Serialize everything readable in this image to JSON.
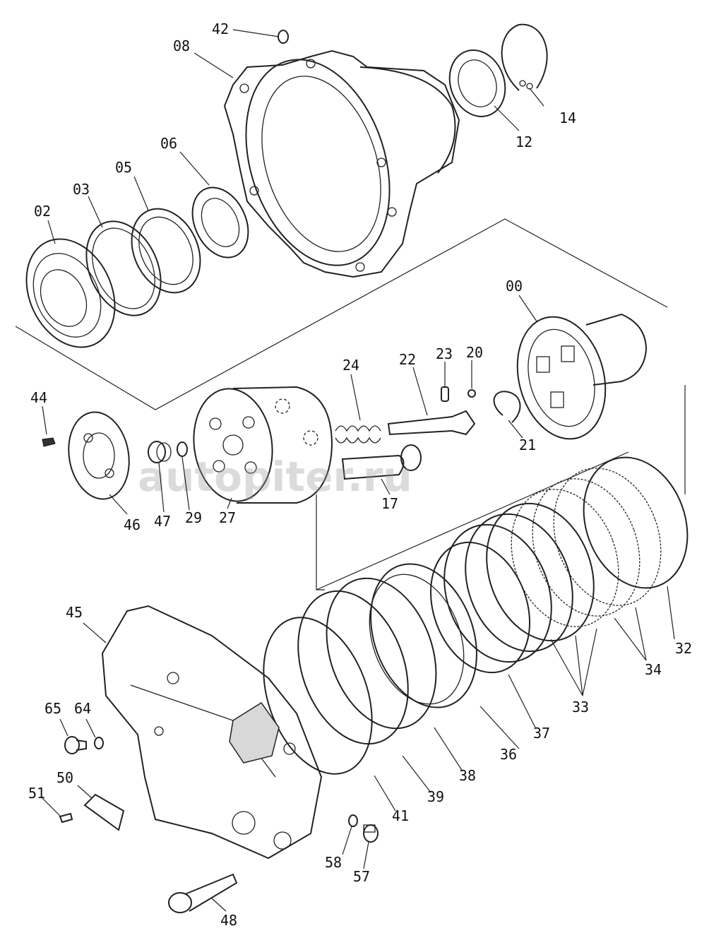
{
  "watermark": "autopiter.ru",
  "part_labels": [
    "42",
    "08",
    "14",
    "12",
    "06",
    "05",
    "03",
    "02",
    "00",
    "24",
    "22",
    "23",
    "20",
    "44",
    "21",
    "17",
    "46",
    "47",
    "29",
    "27",
    "32",
    "45",
    "34",
    "33",
    "65",
    "64",
    "37",
    "36",
    "50",
    "38",
    "51",
    "39",
    "41",
    "58",
    "57",
    "48"
  ]
}
